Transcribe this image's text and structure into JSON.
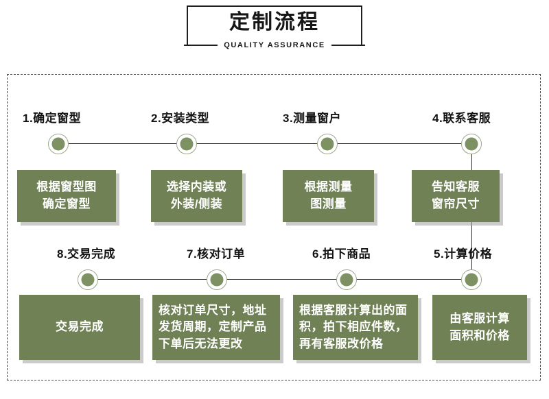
{
  "header": {
    "title": "定制流程",
    "subtitle": "QUALITY ASSURANCE"
  },
  "theme": {
    "card_green": "#6f8155",
    "node_green": "#7d9162",
    "node_ring": "#9aa889",
    "line_color": "#2c2c2c",
    "dashed_border": "#4a4a4a",
    "text_dark": "#131313",
    "card_text": "#ffffff",
    "background": "#ffffff"
  },
  "flow": {
    "row1": [
      {
        "label": "1.确定窗型",
        "desc": "根据窗型图\n确定窗型",
        "align": "center"
      },
      {
        "label": "2.安装类型",
        "desc": "选择内装或\n外装/侧装",
        "align": "center"
      },
      {
        "label": "3.测量窗户",
        "desc": "根据测量\n图测量",
        "align": "center"
      },
      {
        "label": "4.联系客服",
        "desc": "告知客服\n窗帘尺寸",
        "align": "center"
      }
    ],
    "row2": [
      {
        "label": "8.交易完成",
        "desc": "交易完成",
        "align": "center"
      },
      {
        "label": "7.核对订单",
        "desc": "核对订单尺寸，地址\n发货周期，定制产品\n下单后无法更改",
        "align": "left"
      },
      {
        "label": "6.拍下商品",
        "desc": "根据客服计算出的面\n积，拍下相应件数，\n再有客服改价格",
        "align": "left"
      },
      {
        "label": "5.计算价格",
        "desc": "由客服计算\n面积和价格",
        "align": "center"
      }
    ]
  }
}
